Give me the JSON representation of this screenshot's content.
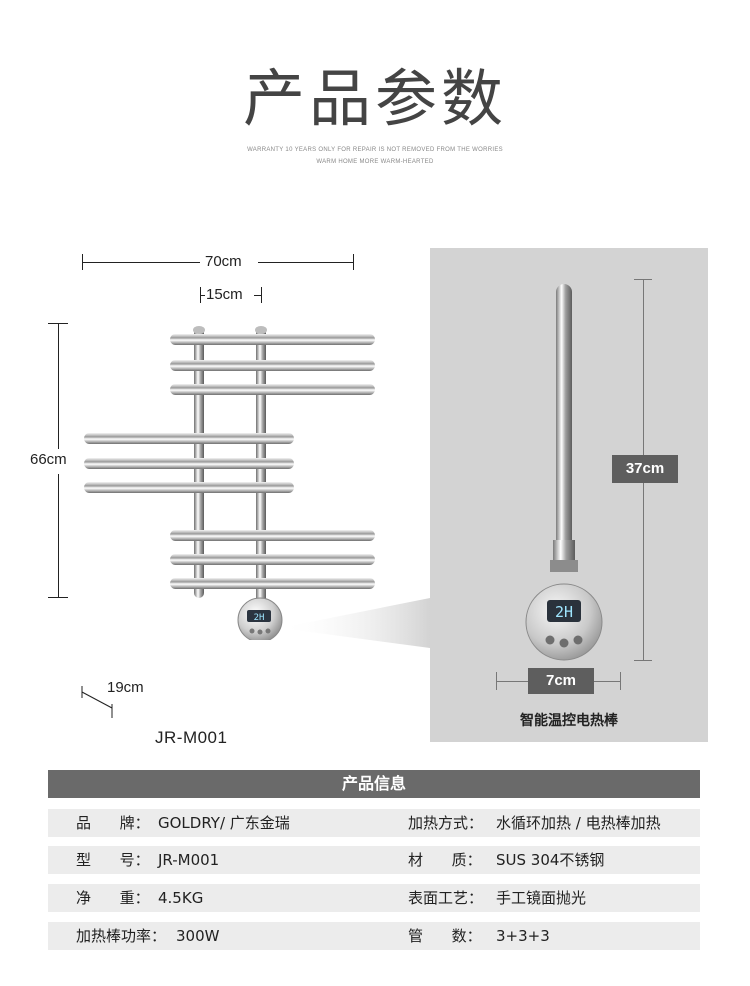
{
  "header": {
    "title": "产品参数",
    "sub_line1": "WARRANTY 10 YEARS ONLY FOR REPAIR IS NOT REMOVED FROM THE WORRIES",
    "sub_line2": "WARM HOME MORE WARM-HEARTED"
  },
  "dimensions": {
    "width": "70cm",
    "pitch": "15cm",
    "height": "66cm",
    "depth": "19cm",
    "model": "JR-M001"
  },
  "heater_panel": {
    "length": "37cm",
    "diameter": "7cm",
    "display": "2H",
    "caption": "智能温控电热棒"
  },
  "info": {
    "header": "产品信息",
    "rows": [
      {
        "l_label": "品      牌：",
        "l_value": "GOLDRY/ 广东金瑞",
        "r_label": "加热方式：",
        "r_value": "水循环加热 / 电热棒加热"
      },
      {
        "l_label": "型      号：",
        "l_value": "JR-M001",
        "r_label": "材      质：",
        "r_value": "SUS 304不锈钢"
      },
      {
        "l_label": "净      重：",
        "l_value": "4.5KG",
        "r_label": "表面工艺：",
        "r_value": "手工镜面抛光"
      },
      {
        "l_label": "加热棒功率：",
        "l_value": "300W",
        "r_label": "管      数：",
        "r_value": "3+3+3"
      }
    ]
  }
}
